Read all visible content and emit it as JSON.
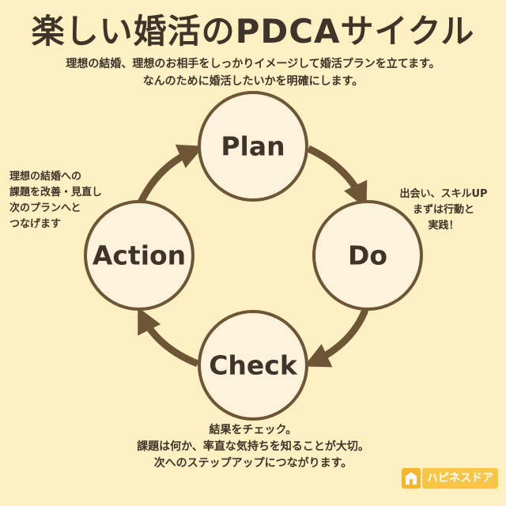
{
  "title": "楽しい婚活のPDCAサイクル",
  "intro": [
    "理想の結婚、理想のお相手をしっかりイメージして婚活プランを立てます。",
    "なんのために婚活したいかを明確にします。"
  ],
  "nodes": {
    "plan": "Plan",
    "do": "Do",
    "check": "Check",
    "action": "Action"
  },
  "notes": {
    "action": [
      "理想の結婚への",
      "課題を改善・見直し",
      "次のプランへと",
      "つなげます"
    ],
    "do": [
      "出会い、スキルUP",
      "まずは行動と",
      "実践！"
    ],
    "check": [
      "結果をチェック。",
      "課題は何か、率直な気持ちを知ることが大切。",
      "次へのステップアップにつながります。"
    ]
  },
  "logo": {
    "text": "ハピネスドア",
    "icon": "building-icon"
  },
  "colors": {
    "background": "#fdf0c2",
    "circle_fill": "#fdf3dc",
    "stroke": "#6e5536",
    "text": "#3f342a",
    "logo": "#f5b52e"
  }
}
